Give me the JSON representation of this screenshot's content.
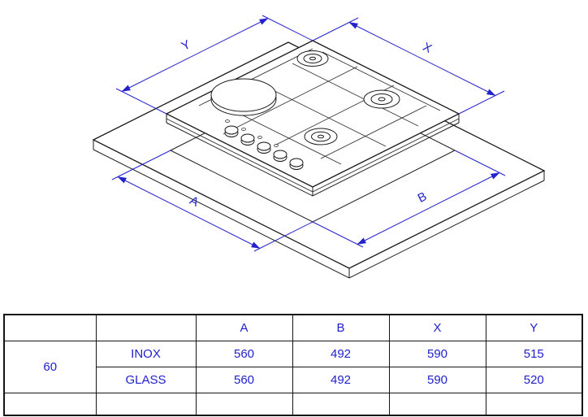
{
  "diagram": {
    "dim_labels": {
      "y": "Y",
      "x": "X",
      "a": "A",
      "b": "B"
    }
  },
  "table": {
    "header": {
      "col_a": "A",
      "col_b": "B",
      "col_x": "X",
      "col_y": "Y"
    },
    "size": "60",
    "rows": [
      {
        "material": "INOX",
        "a": "560",
        "b": "492",
        "x": "590",
        "y": "515"
      },
      {
        "material": "GLASS",
        "a": "560",
        "b": "492",
        "x": "590",
        "y": "520"
      }
    ]
  },
  "colors": {
    "dimension_blue": "#2323cc",
    "table_text_blue": "#2121cc",
    "drawing_black": "#1a1a1a"
  }
}
